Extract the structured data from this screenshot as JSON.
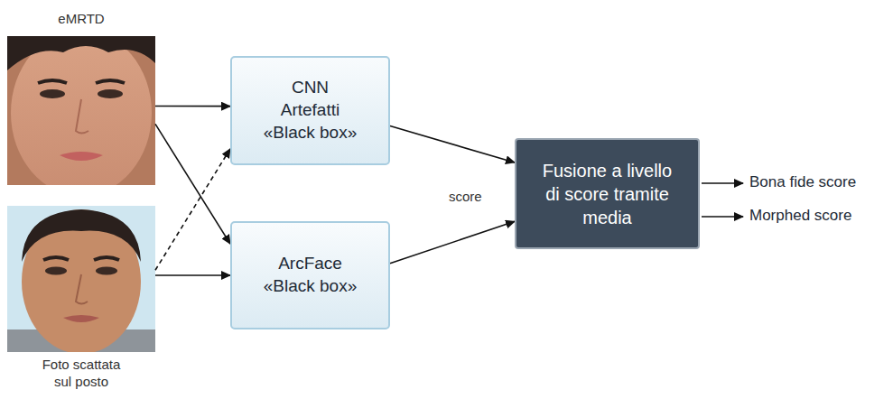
{
  "diagram": {
    "nodes": [
      {
        "text": [
          "eMRTD"
        ]
      },
      {
        "text": [
          "CNN Artefatti",
          "«Black box»"
        ]
      },
      {
        "text": [
          "ArcFace",
          "«Black box»"
        ]
      },
      {
        "text": [
          "Foto scattata sul posto"
        ]
      },
      {
        "text": [
          "Fusione a livello di score tramite media"
        ]
      }
    ],
    "edges": [
      {
        "from": 0,
        "to": 1,
        "arrow": "to"
      },
      {
        "from": 0,
        "to": 2,
        "arrow": "to"
      },
      {
        "from": 3,
        "to": 1,
        "arrow": "to"
      },
      {
        "from": 3,
        "to": 2,
        "arrow": "to"
      },
      {
        "from": 1,
        "to": 4,
        "arrow": "to"
      },
      {
        "from": 2,
        "to": 4,
        "arrow": "to"
      }
    ],
    "labels": [
      "score",
      "Bona fide score",
      "Morphed score"
    ]
  }
}
